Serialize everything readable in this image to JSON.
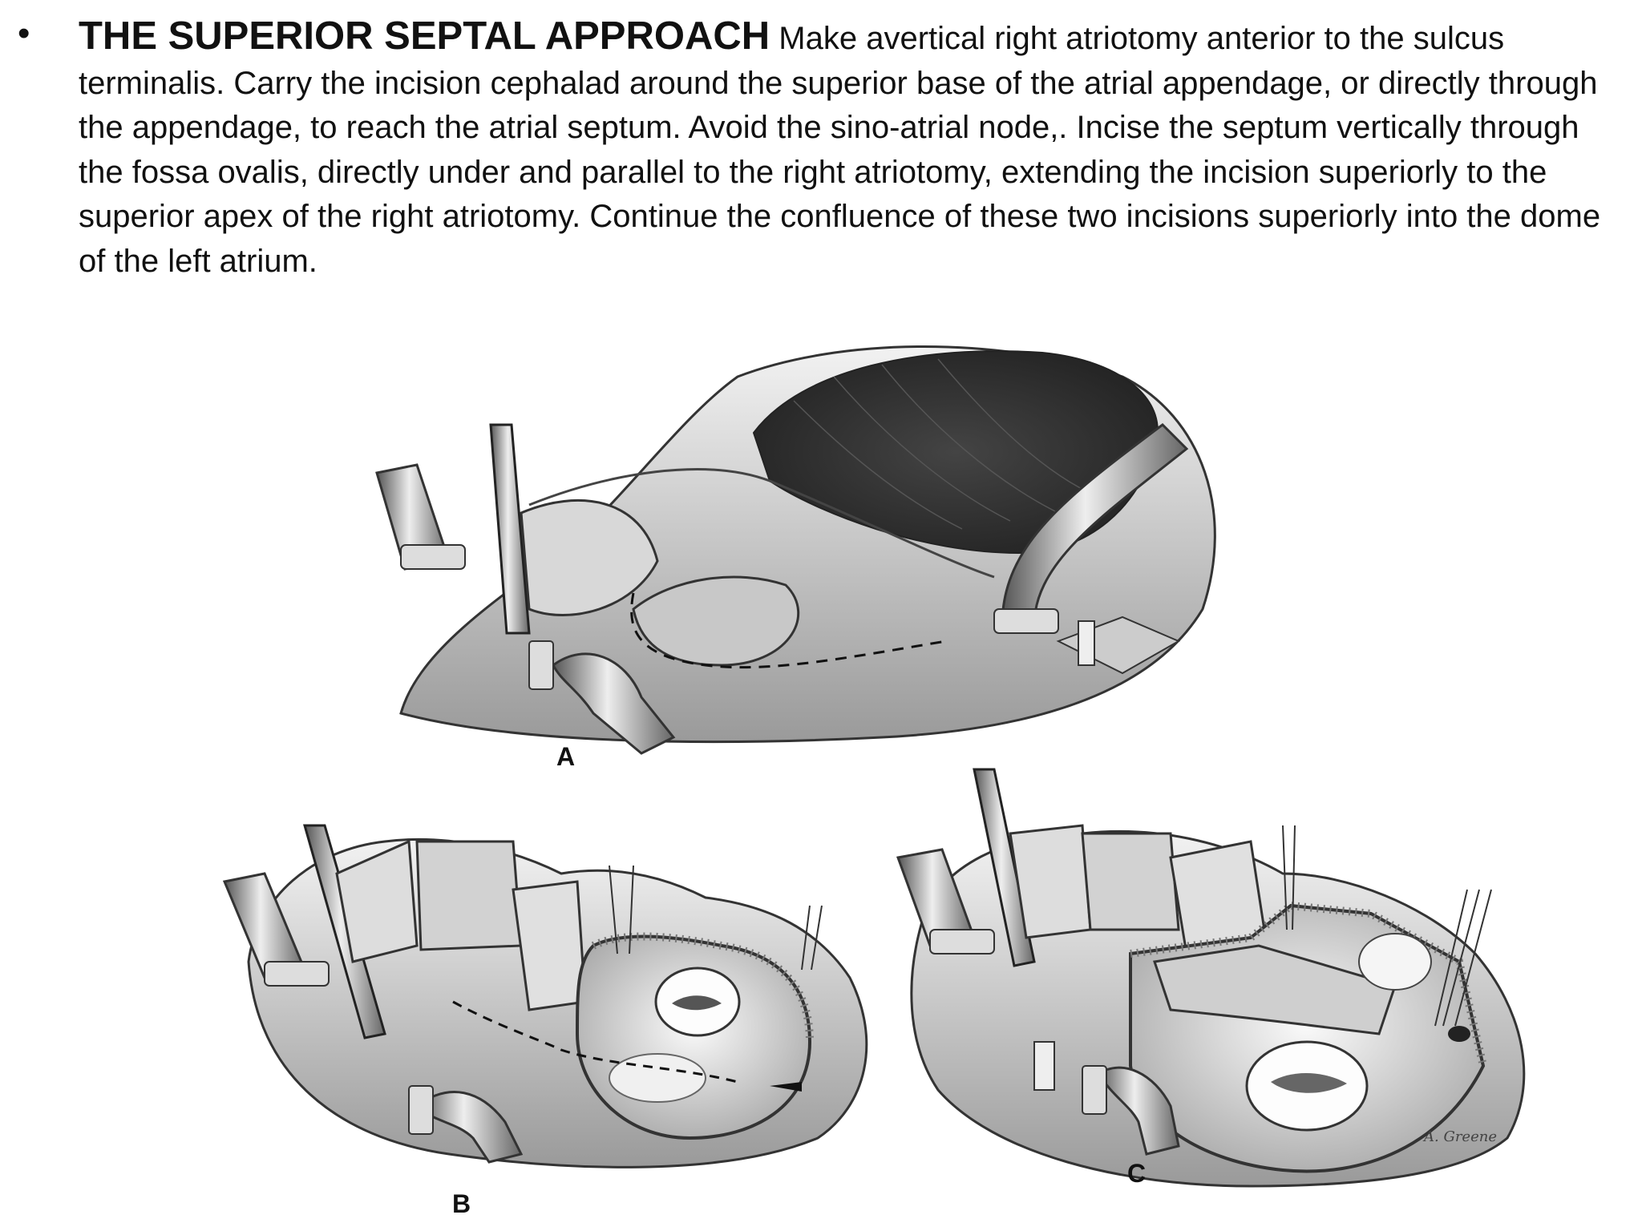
{
  "slide": {
    "bullet": "•",
    "heading": "THE SUPERIOR SEPTAL APPROACH",
    "body": " Make avertical right atriotomy anterior to the sulcus terminalis. Carry the incision cephalad around the superior base of the atrial appendage, or directly through the appendage, to reach the atrial septum. Avoid the sino-atrial node,. Incise the septum vertically through the fossa ovalis, directly under and parallel to the right atriotomy, extending the incision superiorly to the superior apex of the right atriotomy. Continue the confluence of these two incisions superiorly into the dome of the left atrium."
  },
  "figures": {
    "a_label": "A",
    "b_label": "B",
    "c_label": "C",
    "signature": "A. Greene"
  }
}
